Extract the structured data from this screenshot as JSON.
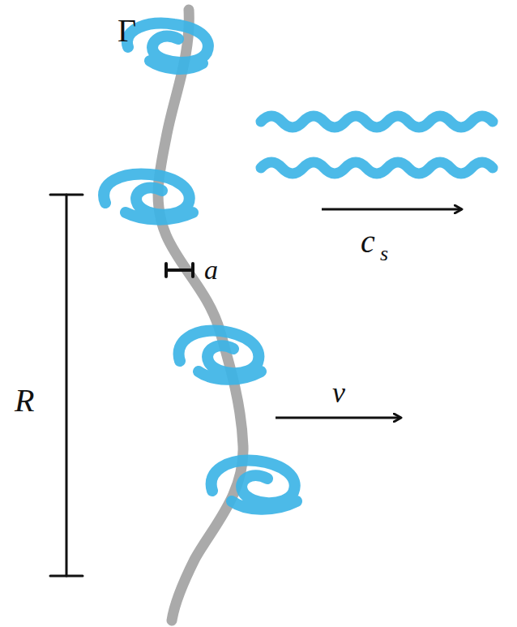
{
  "diagram": {
    "labels": [
      "Γ",
      "a",
      "R",
      "c",
      "s",
      "v"
    ]
  }
}
